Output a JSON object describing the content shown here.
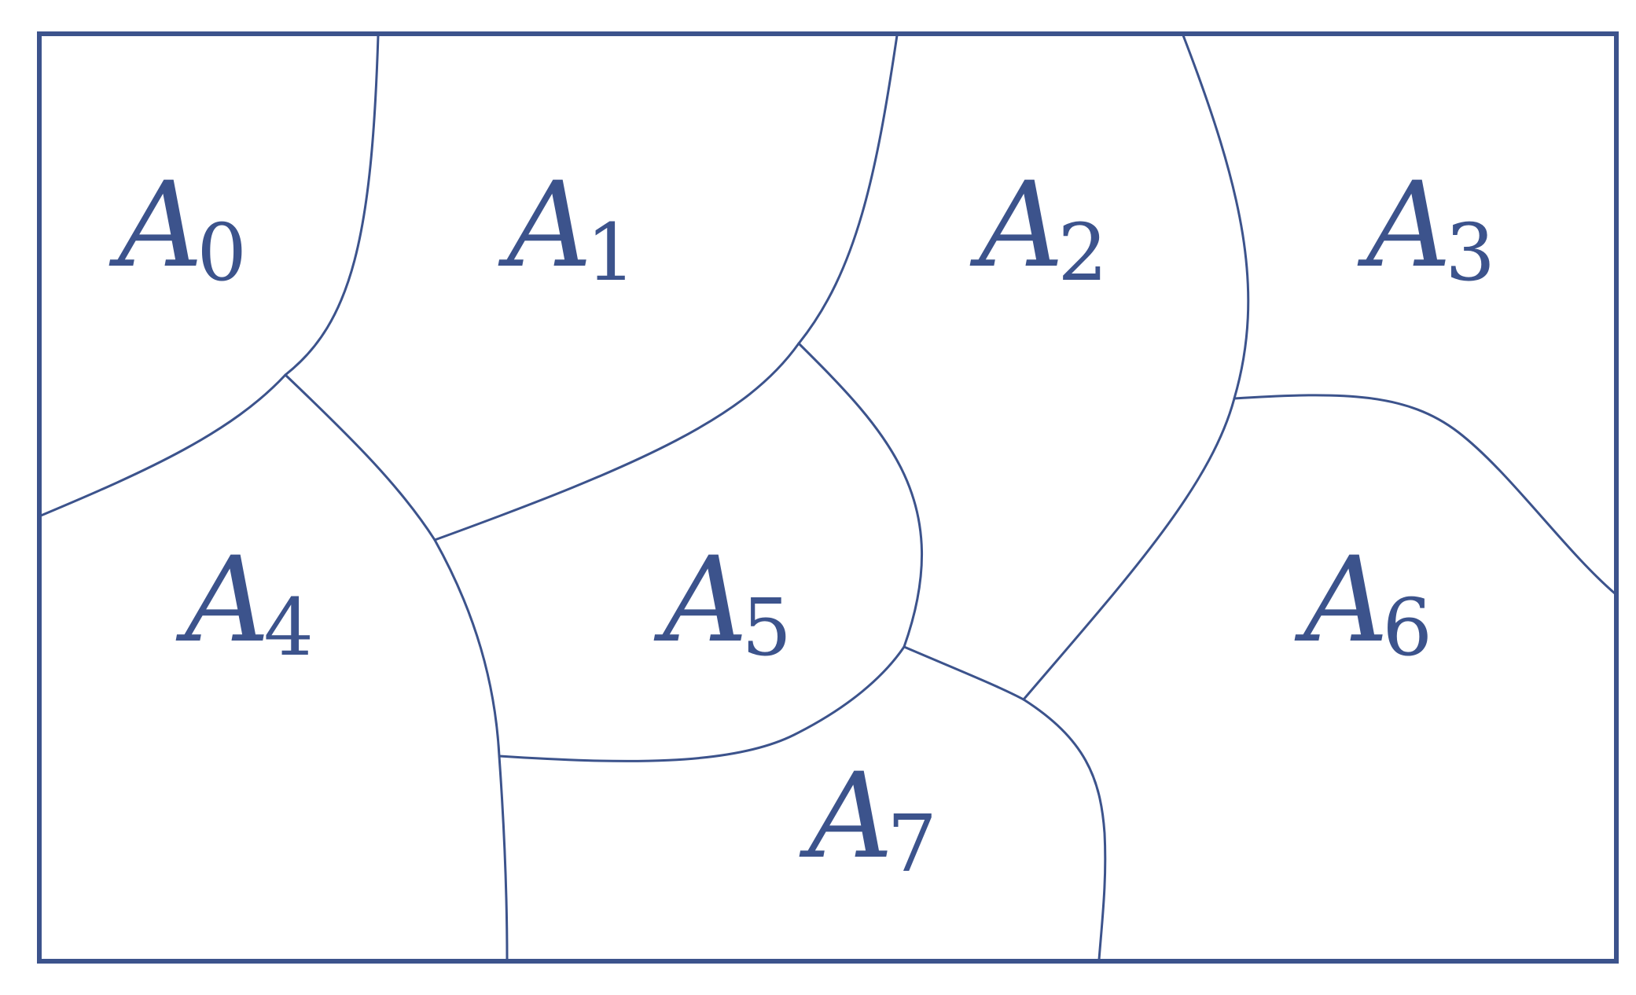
{
  "diagram": {
    "colors": {
      "stroke": "#3c538c",
      "label": "#3c538c",
      "background": "#ffffff"
    },
    "regions": [
      {
        "letter": "A",
        "index": "0"
      },
      {
        "letter": "A",
        "index": "1"
      },
      {
        "letter": "A",
        "index": "2"
      },
      {
        "letter": "A",
        "index": "3"
      },
      {
        "letter": "A",
        "index": "4"
      },
      {
        "letter": "A",
        "index": "5"
      },
      {
        "letter": "A",
        "index": "6"
      },
      {
        "letter": "A",
        "index": "7"
      }
    ]
  }
}
